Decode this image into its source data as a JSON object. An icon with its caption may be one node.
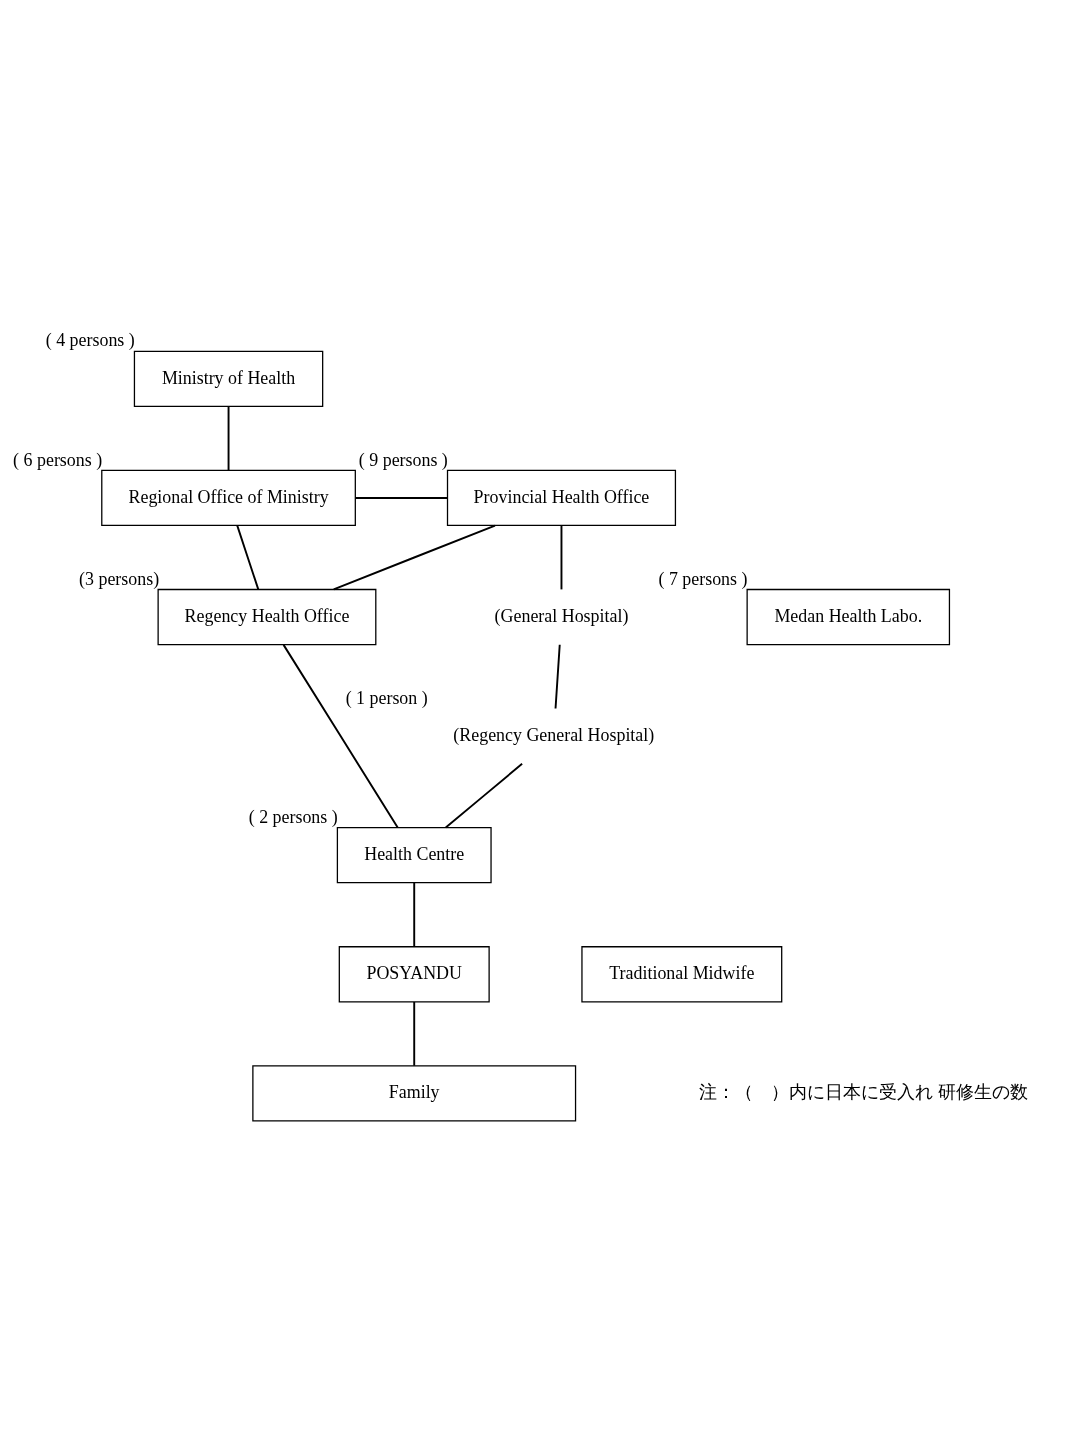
{
  "diagram": {
    "nodes": [
      {
        "text": [
          "Ministry of Health"
        ],
        "beside": [
          "( 4 persons )"
        ]
      },
      {
        "text": [
          "Regional Office of Ministry"
        ],
        "beside": [
          "( 6 persons )"
        ]
      },
      {
        "text": [
          "Provincial Health Office"
        ],
        "beside": [
          "( 9 persons )"
        ]
      },
      {
        "text": [
          "Medan Health Labo."
        ],
        "beside": [
          "( 7 persons )"
        ]
      },
      {
        "text": [
          "(General Hospital)"
        ]
      },
      {
        "text": [
          "Regency Health Office"
        ],
        "beside": [
          "(3 persons)"
        ]
      },
      {
        "text": [
          "(Regency General Hospital)"
        ],
        "beside": [
          "( 1 person )"
        ]
      },
      {
        "text": [
          "Health Centre"
        ],
        "beside": [
          "( 2 persons )"
        ]
      },
      {
        "text": [
          "POSYANDU"
        ]
      },
      {
        "text": [
          "Traditional Midwife"
        ]
      },
      {
        "text": [
          "Family"
        ]
      }
    ],
    "edges": [
      {
        "from": 0,
        "to": 1,
        "arrow": "none"
      },
      {
        "from": 1,
        "to": 2,
        "arrow": "none"
      },
      {
        "from": 1,
        "to": 5,
        "arrow": "none"
      },
      {
        "from": 2,
        "to": 5,
        "arrow": "none"
      },
      {
        "from": 2,
        "to": 4,
        "arrow": "none"
      },
      {
        "from": 4,
        "to": 6,
        "arrow": "none"
      },
      {
        "from": 6,
        "to": 7,
        "arrow": "none"
      },
      {
        "from": 5,
        "to": 7,
        "arrow": "none"
      },
      {
        "from": 7,
        "to": 8,
        "arrow": "none"
      },
      {
        "from": 8,
        "to": 10,
        "arrow": "none"
      }
    ],
    "labels": [
      "注：（　）内に日本に受入れ 研修生の数"
    ]
  }
}
